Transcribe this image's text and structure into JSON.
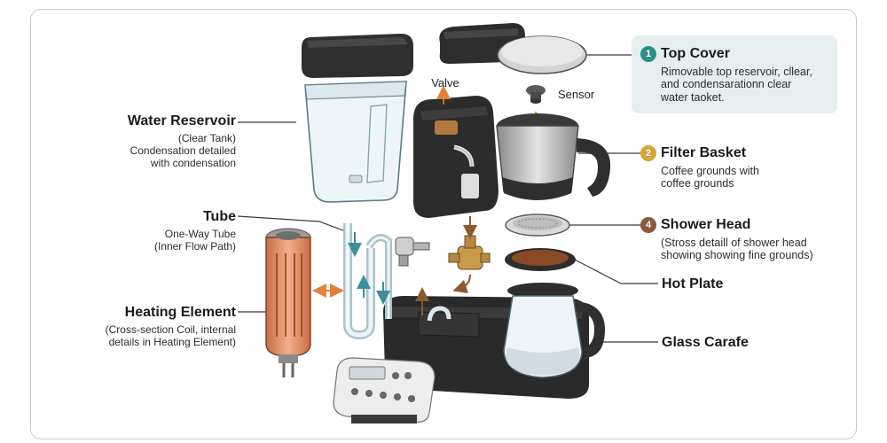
{
  "labels": {
    "top_cover": {
      "number": "1",
      "title": "Top Cover",
      "desc": [
        "Rimovable top reservoir, cllear,",
        "and condensarationn clear",
        "water taoket."
      ]
    },
    "filter_basket": {
      "number": "2",
      "title": "Filter Basket",
      "desc": [
        "Coffee grounds with",
        "coffee grounds"
      ]
    },
    "shower_head": {
      "number": "4",
      "title": "Shower Head",
      "desc": [
        "(Stross detaill of shower head",
        "showing showing fine grounds)"
      ]
    },
    "hot_plate": {
      "title": "Hot Plate"
    },
    "glass_carafe": {
      "title": "Glass Carafe"
    },
    "water_reservoir": {
      "title": "Water Reservoir",
      "desc": [
        "(Clear Tank)",
        "Condensation detailed",
        "with condensation"
      ]
    },
    "tube": {
      "title": "Tube",
      "desc": [
        "One-Way Tube",
        "(Inner Flow Path)"
      ]
    },
    "heating_element": {
      "title": "Heating Element",
      "desc": [
        "(Cross-section Coil, internal",
        "details in Heating Element)"
      ]
    },
    "valve": {
      "title": "Valve"
    },
    "sensor": {
      "title": "Sensor"
    }
  },
  "colors": {
    "badge_teal": "#2e8f8a",
    "badge_gold": "#d5a538",
    "badge_brown": "#8b5a3a",
    "callout_bg": "#e6eef0",
    "plastic_dark": "#2b2b2b",
    "copper": "#d9855b",
    "leader": "#3a3a3a"
  }
}
